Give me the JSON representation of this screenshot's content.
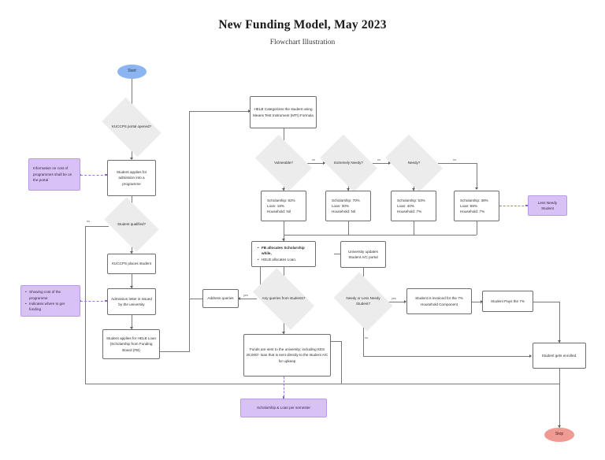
{
  "header": {
    "title": "New Funding Model, May 2023",
    "subtitle": "Flowchart Illustration"
  },
  "terminators": {
    "start": "Start",
    "stop": "Stop"
  },
  "nodes": {
    "kuccps_portal": "KUCCPS portal opened?",
    "student_applies": "Student applies for admission into a programme",
    "student_qualified": "Student qualified?",
    "kuccps_places": "KUCCPS places student",
    "admission_letter": "Admission letter is issued by the university",
    "applies_helb": "Student applies for HELB Loan (Scholarship from Funding Board (FB)",
    "helb_categorizes": "HELB Categorizes the student using Means Test Instrument (MTI) Formula",
    "vulnerable": "Vulnerable?",
    "extremely_needy": "Extremely Needy?",
    "needy": "Needy?",
    "fb_allocates_1": "FB allocates Scholarship while,",
    "fb_allocates_2": "HELB allocates Loan.",
    "university_updates": "University updates Student A/C portal",
    "any_queries": "Any queries from students?",
    "address_queries": "Address queries",
    "needy_or_less": "Needy or Less Needy Student?",
    "invoiced": "Student is invoiced for the 7% Household Component",
    "pays": "Student Pays the 7%",
    "funds_sent": "Funds are sent to the university; including KES 28,000/- loan that is sent directly to the student A/C for upkeep",
    "enrolled": "Student gets enrolled."
  },
  "allocations": [
    {
      "scholarship": "Scholarship: 82%",
      "loan": "Loan: 18%",
      "household": "Household: Nil"
    },
    {
      "scholarship": "Scholarship: 70%",
      "loan": "Loan: 30%",
      "household": "Household: Nil"
    },
    {
      "scholarship": "Scholarship: 53%",
      "loan": "Loan: 40%",
      "household": "Household: 7%"
    },
    {
      "scholarship": "Scholarship: 38%",
      "loan": "Loan: 55%",
      "household": "Household: 7%"
    }
  ],
  "notes": {
    "portal_cost": "Information on cost of programmes shall be on the portal",
    "admission_bullet_1": "Showing cost of the programme",
    "admission_bullet_2": "Indicates where to get funding",
    "less_needy": "Less Needy Student",
    "semester": "Scholarship & Loan per semester"
  },
  "edge_labels": {
    "yes": "yes",
    "no": "no"
  },
  "colors": {
    "start_fill": "#8cb4f0",
    "stop_fill": "#ef9a93",
    "note_fill": "#d8c2f5",
    "note_border": "#b79ae4",
    "decision_fill": "#ececec",
    "line": "#7a7a7a"
  }
}
